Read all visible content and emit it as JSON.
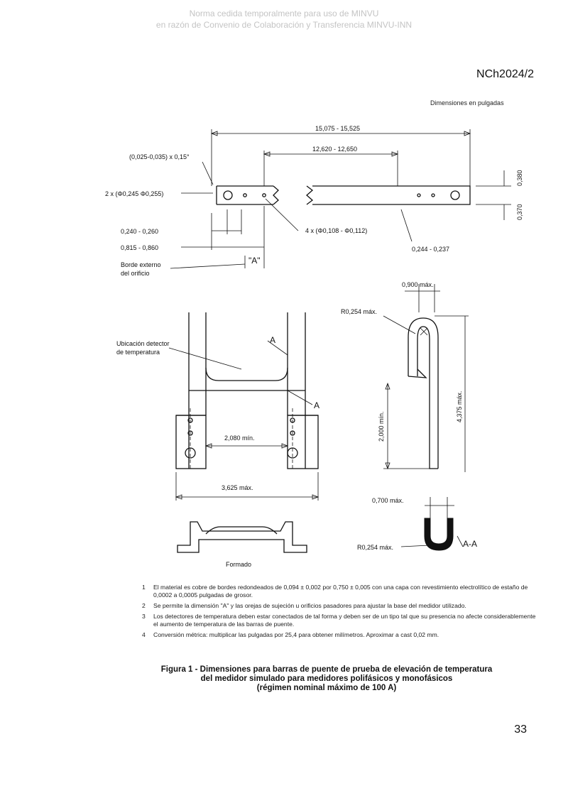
{
  "watermark": {
    "line1": "Norma cedida temporalmente para uso de MINVU",
    "line2": "en razón de Convenio de Colaboración y Transferencia MINVU-INN"
  },
  "header": {
    "doc_number": "NCh2024/2"
  },
  "figure": {
    "units_label": "Dimensiones en pulgadas",
    "dimensions": {
      "overall_length": "15,075 - 15,525",
      "inner_length": "12,620 - 12,650",
      "chamfer": "(0,025-0,035) x 0,15°",
      "big_holes": "2 x (Φ0,245 Φ0,255)",
      "small_holes": "4 x (Φ0,108 - Φ0,112)",
      "end_offset": "0,240 - 0,260",
      "hole_offset": "0,815 - 0,860",
      "edge_label_1": "Borde externo",
      "edge_label_2": "del orificio",
      "section_ref": "\"A\"",
      "width_top": "0,380",
      "width_bottom": "0,370",
      "thickness": "0,244 - 0,237",
      "sensor_label_1": "Ubicación detector",
      "sensor_label_2": "de temperatura",
      "cut_a": "A",
      "inner_width": "2,080 mín.",
      "outer_width": "3,625 máx.",
      "top_width": "0,900 máx.",
      "radius_top": "R0,254 máx.",
      "total_height": "4,375 máx.",
      "leg_height": "2,000 mín.",
      "u_width": "0,700 máx.",
      "radius_u": "R0,254 máx.",
      "section_label": "A-A",
      "formed_label": "Formado"
    }
  },
  "notes": [
    {
      "num": "1",
      "text": "El material es cobre de bordes redondeados de 0,094 ± 0,002 por 0,750 ± 0,005 con una capa con revestimiento electrolítico de estaño de 0,0002 a 0,0005 pulgadas de grosor."
    },
    {
      "num": "2",
      "text": "Se permite la dimensión \"A\" y las orejas de sujeción u orificios pasadores para ajustar la base del medidor utilizado."
    },
    {
      "num": "3",
      "text": "Los detectores de temperatura deben estar conectados de tal forma y deben ser de un tipo tal que su presencia no afecte considerablemente el aumento de temperatura de las barras de puente."
    },
    {
      "num": "4",
      "text": "Conversión métrica: multiplicar las pulgadas por 25,4 para obtener milímetros. Aproximar a cast 0,02 mm."
    }
  ],
  "caption": {
    "line1": "Figura 1 - Dimensiones para barras de puente de prueba de elevación de temperatura",
    "line2": "del medidor simulado para medidores polifásicos y monofásicos",
    "line3": "(régimen nominal máximo de 100 A)"
  },
  "page_number": "33"
}
